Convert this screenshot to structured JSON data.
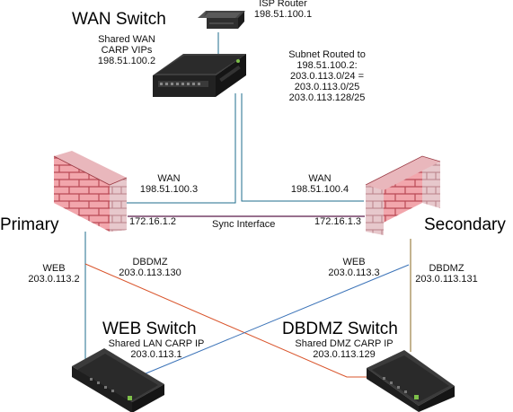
{
  "devices": {
    "isp_router": {
      "title": "ISP Router",
      "ip": "198.51.100.1"
    },
    "wan_switch": {
      "title": "WAN Switch",
      "lines": [
        "Shared WAN",
        "CARP VIPs",
        "198.51.100.2"
      ]
    },
    "subnet_note": {
      "lines": [
        "Subnet Routed to",
        "198.51.100.2:",
        "203.0.113.0/24 =",
        "203.0.113.0/25",
        "203.0.113.128/25"
      ]
    },
    "primary": {
      "title": "Primary"
    },
    "secondary": {
      "title": "Secondary"
    },
    "web_switch": {
      "title": "WEB Switch",
      "lines": [
        "Shared LAN CARP IP",
        "203.0.113.1"
      ]
    },
    "dbdmz_switch": {
      "title": "DBDMZ Switch",
      "lines": [
        "Shared DMZ CARP IP",
        "203.0.113.129"
      ]
    }
  },
  "interfaces": {
    "primary_wan": {
      "name": "WAN",
      "ip": "198.51.100.3"
    },
    "secondary_wan": {
      "name": "WAN",
      "ip": "198.51.100.4"
    },
    "primary_sync_ip": "172.16.1.2",
    "secondary_sync_ip": "172.16.1.3",
    "sync_label": "Sync Interface",
    "primary_web": {
      "name": "WEB",
      "ip": "203.0.113.2"
    },
    "primary_dbdmz": {
      "name": "DBDMZ",
      "ip": "203.0.113.130"
    },
    "secondary_web": {
      "name": "WEB",
      "ip": "203.0.113.3"
    },
    "secondary_dbdmz": {
      "name": "DBDMZ",
      "ip": "203.0.113.131"
    }
  },
  "colors": {
    "wan_link": "#1f6e8c",
    "sync_link": "#5b1a4a",
    "web_link": "#3b73b8",
    "dbdmz_link": "#d9542b",
    "secondary_dbdmz_link": "#8a6a22",
    "firewall_brick": "#f2a6ac",
    "firewall_mortar": "#b94a55"
  }
}
